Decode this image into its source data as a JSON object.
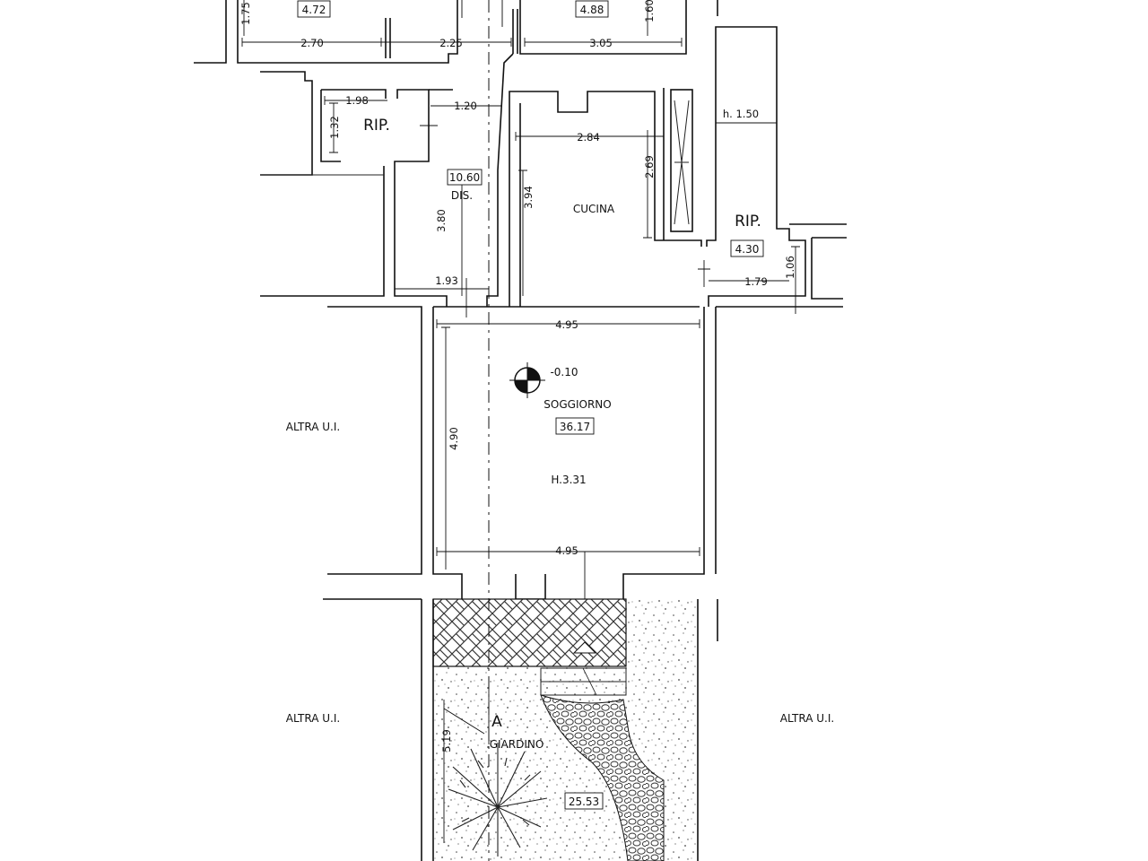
{
  "rooms": {
    "top_left_area": "4.72",
    "top_right_area": "4.88",
    "rip_left_name": "RIP.",
    "dis_area": "10.60",
    "dis_name": "DIS.",
    "cucina_name": "CUCINA",
    "rip_right_name": "RIP.",
    "rip_right_area": "4.30",
    "soggiorno_name": "SOGGIORNO",
    "soggiorno_area": "36.17",
    "soggiorno_height": "H.3.31",
    "level_mark": "-0.10",
    "giardino_name": "GIARDINO",
    "giardino_area": "25.53",
    "section_mark": "A"
  },
  "neighbors": {
    "altra_left_upper": "ALTRA U.I.",
    "altra_left_lower": "ALTRA U.I.",
    "altra_right_lower": "ALTRA U.I."
  },
  "dimensions": {
    "d_1_75": "1.75",
    "d_2_70": "2.70",
    "d_2_25": "2.25",
    "d_3_05": "3.05",
    "d_1_60": "1.60",
    "d_1_98": "1.98",
    "d_1_32": "1.32",
    "d_1_20": "1.20",
    "d_h_1_50": "h. 1.50",
    "d_2_84": "2.84",
    "d_2_69": "2.69",
    "d_3_94": "3.94",
    "d_3_80": "3.80",
    "d_1_93": "1.93",
    "d_1_06": "1.06",
    "d_1_79": "1.79",
    "d_4_95_top": "4.95",
    "d_4_90": "4.90",
    "d_4_95_bottom": "4.95",
    "d_5_19": "5.19"
  },
  "colors": {
    "ink": "#111111",
    "paper": "#ffffff"
  },
  "icons": {
    "level": "level-marker-icon",
    "tree": "palm-tree-icon",
    "arrow": "up-arrow-icon"
  }
}
